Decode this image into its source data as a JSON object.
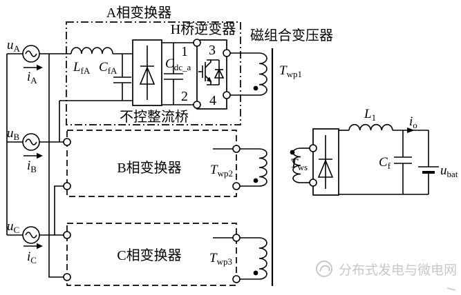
{
  "diagram": {
    "titles": {
      "phase_a": "A相变换器",
      "h_bridge": "H桥逆变器",
      "mag_transformer": "磁组合变压器",
      "rectifier": "不控整流桥",
      "phase_b": "B相变换器",
      "phase_c": "C相变换器"
    },
    "sources": {
      "ua": {
        "main": "u",
        "sub": "A"
      },
      "ub": {
        "main": "u",
        "sub": "B"
      },
      "uc": {
        "main": "u",
        "sub": "C"
      }
    },
    "currents": {
      "ia": {
        "main": "i",
        "sub": "A"
      },
      "ib": {
        "main": "i",
        "sub": "B"
      },
      "ic": {
        "main": "i",
        "sub": "C"
      },
      "io": {
        "main": "i",
        "sub": "o"
      }
    },
    "components": {
      "lfa": {
        "main": "L",
        "sub": "fA"
      },
      "cfa": {
        "main": "C",
        "sub": "fA"
      },
      "cdca": {
        "main": "C",
        "sub": "dc_a"
      },
      "twp1": {
        "main": "T",
        "sub": "wp1"
      },
      "twp2": {
        "main": "T",
        "sub": "wp2"
      },
      "twp3": {
        "main": "T",
        "sub": "wp3"
      },
      "tws": {
        "main": "T",
        "sub": "ws"
      },
      "l1": {
        "main": "L",
        "sub": "1"
      },
      "cf": {
        "main": "C",
        "sub": "f"
      },
      "ubat": {
        "main": "u",
        "sub": "bat"
      }
    },
    "terminals": {
      "t1": "1",
      "t2": "2",
      "t3": "3",
      "t4": "4"
    },
    "watermark": {
      "text": "分布式发电与微电网"
    },
    "colors": {
      "line": "#000000",
      "background": "#ffffff",
      "watermark": "#c8c8c8"
    }
  }
}
